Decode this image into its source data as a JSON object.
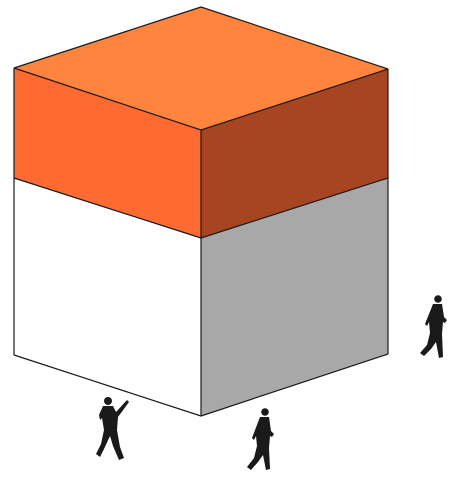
{
  "diagram": {
    "kind": "isometric-massing-block",
    "volumes": [
      {
        "name": "upper-volume",
        "faces": {
          "top": "#FF843D",
          "front": "#FF6A33",
          "side": "#A74422"
        }
      },
      {
        "name": "lower-volume",
        "faces": {
          "front": "#FFFFFF",
          "side": "#A8A8A8"
        }
      }
    ],
    "outline_color": "#1A1A1A",
    "figures": [
      {
        "name": "person-pointing",
        "color": "#1A1A1A"
      },
      {
        "name": "person-walking-center",
        "color": "#1A1A1A"
      },
      {
        "name": "person-walking-right",
        "color": "#1A1A1A"
      }
    ]
  }
}
